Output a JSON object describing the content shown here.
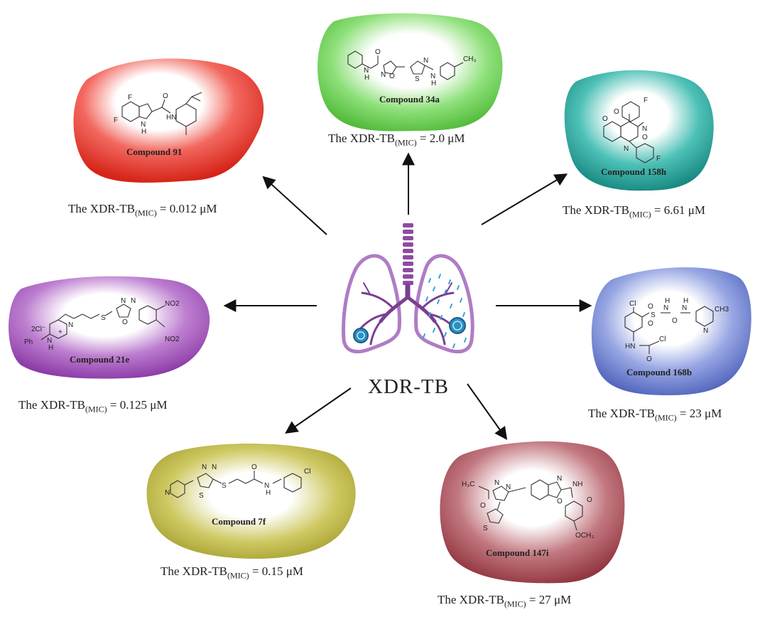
{
  "center_label": "XDR-TB",
  "mic_prefix": "The XDR-TB",
  "mic_subscript": "(MIC)",
  "compounds": [
    {
      "name": "Compound 91",
      "mic_value": " = 0.012 μM",
      "color": "#e8352a"
    },
    {
      "name": "Compound 34a",
      "mic_value": " = 2.0 μM",
      "color": "#5cc940"
    },
    {
      "name": "Compound 158h",
      "mic_value": " = 6.61 μM",
      "color": "#1f9e95"
    },
    {
      "name": "Compound 21e",
      "mic_value": " = 0.125 μM",
      "color": "#9a47b3"
    },
    {
      "name": "Compound 168b",
      "mic_value": " = 23 μM",
      "color": "#5e73c9"
    },
    {
      "name": "Compound 7f",
      "mic_value": " = 0.15 μM",
      "color": "#aaa532"
    },
    {
      "name": "Compound 147i",
      "mic_value": " = 27 μM",
      "color": "#9b3f48"
    }
  ],
  "atoms": {
    "c91": [
      "F",
      "F",
      "N",
      "H",
      "O",
      "HN"
    ],
    "c34a": [
      "N",
      "H",
      "O",
      "N",
      "O",
      "N",
      "S",
      "N",
      "H",
      "CH₃"
    ],
    "c158h": [
      "F",
      "O",
      "O",
      "N",
      "O",
      "N",
      "F"
    ],
    "c21e": [
      "NO2",
      "NO2",
      "N",
      "N",
      "O",
      "S",
      "N",
      "2Cl⁻",
      "Ph",
      "N",
      "H",
      "+"
    ],
    "c168b": [
      "Cl",
      "S",
      "O",
      "O",
      "H",
      "N",
      "H",
      "N",
      "N",
      "O",
      "CH3",
      "HN",
      "O",
      "Cl"
    ],
    "c7f": [
      "N",
      "N",
      "N",
      "S",
      "S",
      "O",
      "N",
      "H",
      "Cl"
    ],
    "c147i": [
      "H₃C",
      "O",
      "N",
      "N",
      "N",
      "O",
      "NH",
      "O",
      "S",
      "OCH₃"
    ]
  }
}
